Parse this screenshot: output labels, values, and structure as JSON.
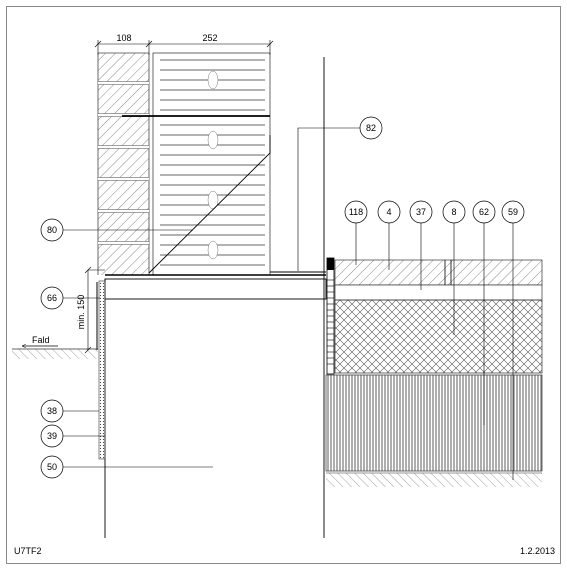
{
  "drawing": {
    "code": "U7TF2",
    "date": "1.2.2013",
    "dimensions": {
      "left_width": "108",
      "right_width": "252",
      "min_height": "min. 150"
    },
    "fall_label": "Fald",
    "callouts": {
      "c82": "82",
      "c80": "80",
      "c66": "66",
      "c38": "38",
      "c39": "39",
      "c50": "50",
      "c118": "118",
      "c4": "4",
      "c37": "37",
      "c8": "8",
      "c62": "62",
      "c59": "59"
    }
  }
}
